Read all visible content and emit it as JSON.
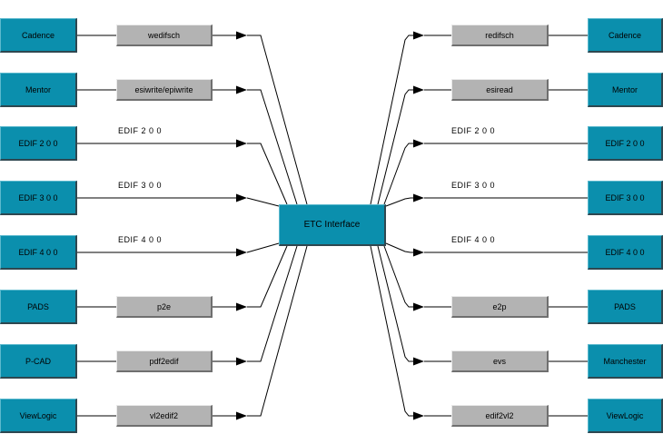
{
  "center_node": "ETC Interface",
  "left_rows": [
    {
      "node": "Cadence",
      "tool": "wedifsch"
    },
    {
      "node": "Mentor",
      "tool": "esiwrite/epiwrite"
    },
    {
      "node": "EDIF 2 0 0",
      "line_label": "EDIF 2 0 0"
    },
    {
      "node": "EDIF 3 0 0",
      "line_label": "EDIF 3 0 0"
    },
    {
      "node": "EDIF 4 0 0",
      "line_label": "EDIF 4 0 0"
    },
    {
      "node": "PADS",
      "tool": "p2e"
    },
    {
      "node": "P-CAD",
      "tool": "pdf2edif"
    },
    {
      "node": "ViewLogic",
      "tool": "vl2edif2"
    }
  ],
  "right_rows": [
    {
      "node": "Cadence",
      "tool": "redifsch"
    },
    {
      "node": "Mentor",
      "tool": "esiread"
    },
    {
      "node": "EDIF 2 0 0",
      "line_label": "EDIF 2 0 0"
    },
    {
      "node": "EDIF 3 0 0",
      "line_label": "EDIF 3 0 0"
    },
    {
      "node": "EDIF 4 0 0",
      "line_label": "EDIF 4 0 0"
    },
    {
      "node": "PADS",
      "tool": "e2p"
    },
    {
      "node": "Manchester",
      "tool": "evs"
    },
    {
      "node": "ViewLogic",
      "tool": "edif2vl2"
    }
  ],
  "colors": {
    "node_fill": "#0b8fad",
    "tool_fill": "#b3b3b3",
    "line": "#000000",
    "background": "#ffffff"
  }
}
